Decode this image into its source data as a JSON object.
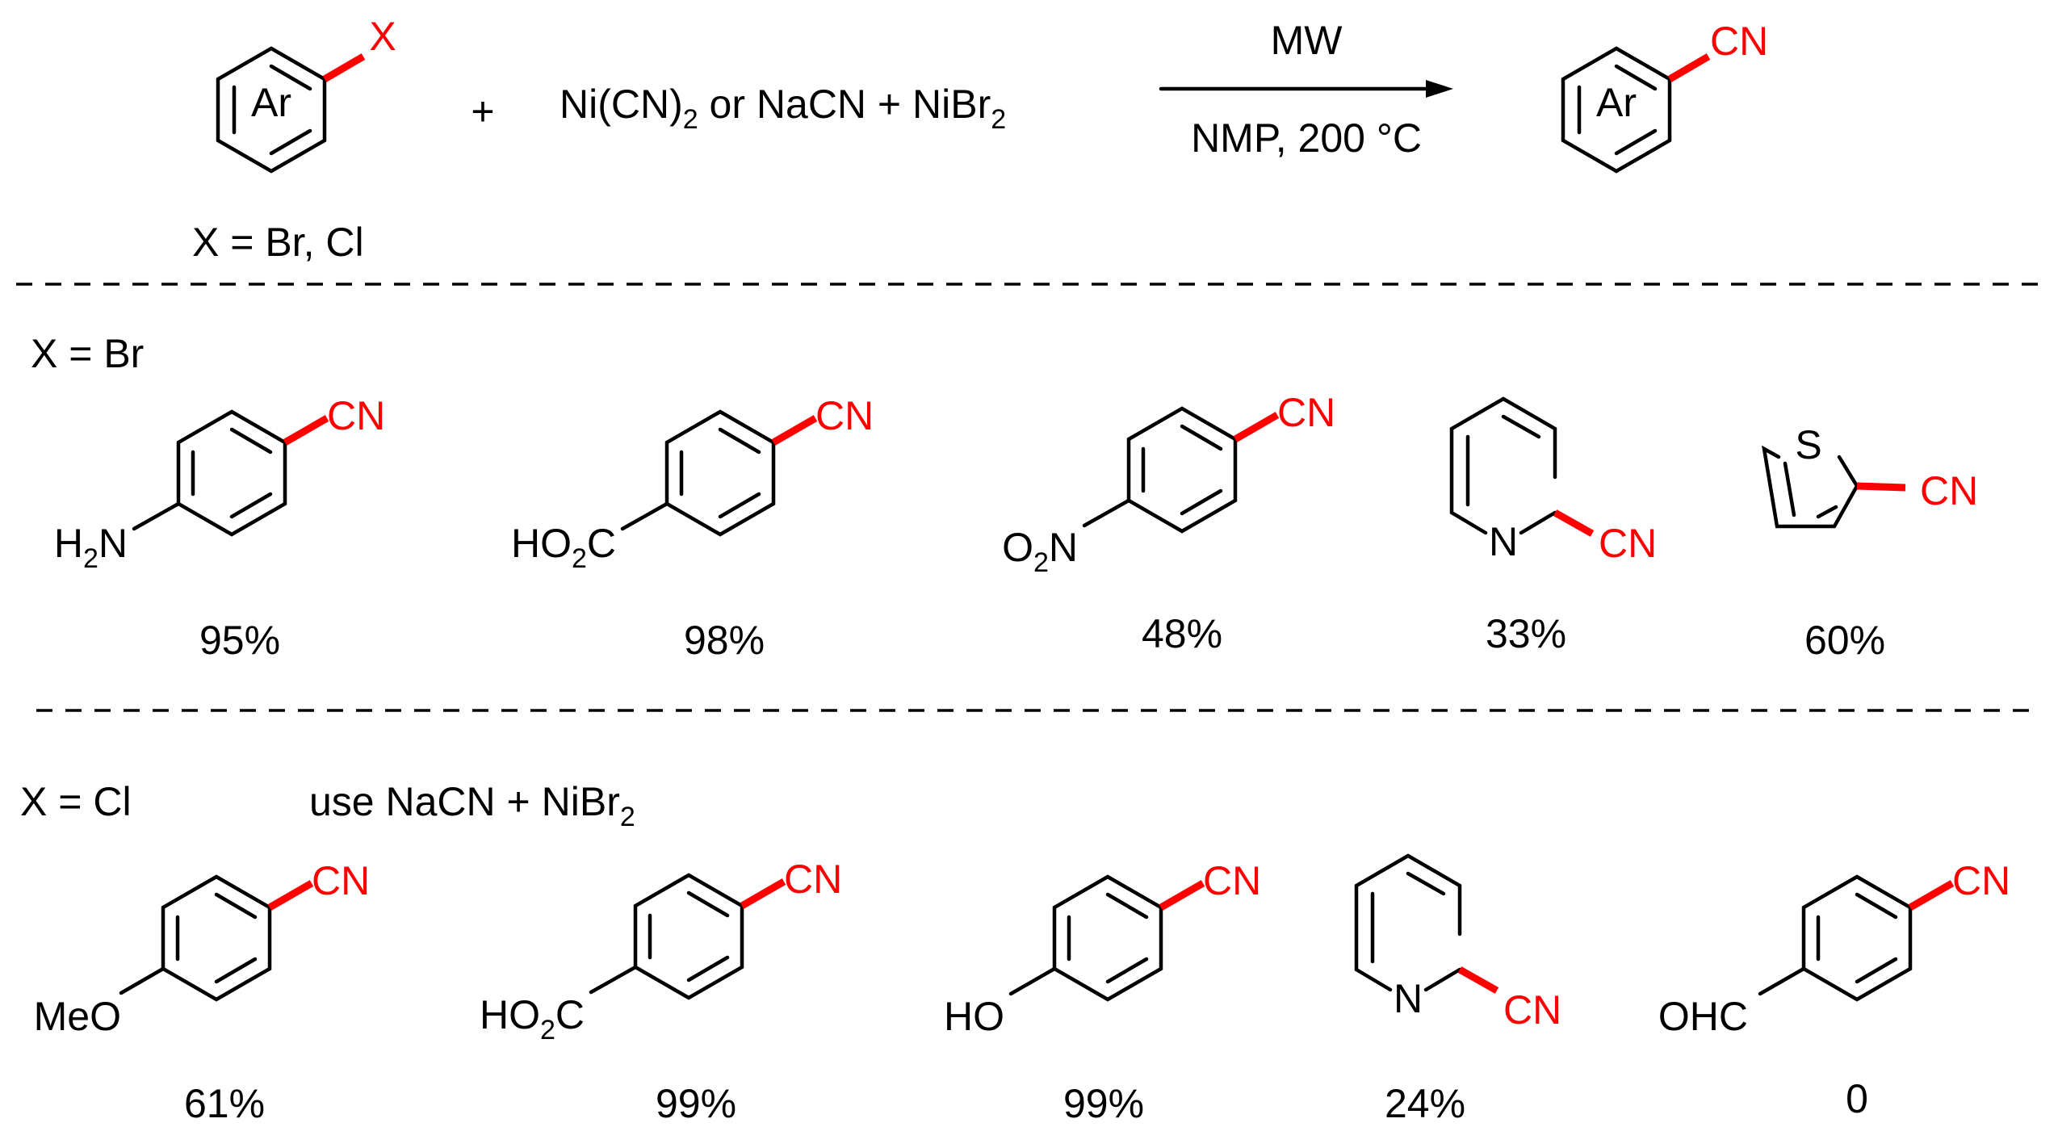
{
  "reaction": {
    "reactant_ring_label": "Ar",
    "leaving_group": "X",
    "plus": "+",
    "reagent_line": {
      "prefix": "Ni(CN)",
      "sub1": "2",
      "middle": " or NaCN + NiBr",
      "sub2": "2"
    },
    "condition_top": "MW",
    "condition_bottom": "NMP,  200 °C",
    "product_ring_label": "Ar",
    "product_group": "CN",
    "x_definition": "X = Br,  Cl"
  },
  "bromide_section": {
    "label": "X = Br",
    "products": [
      {
        "substituent": {
          "main": "H",
          "sub": "2",
          "tail": "N"
        },
        "cn": "CN",
        "yield": "95%"
      },
      {
        "substituent": {
          "main": "HO",
          "sub": "2",
          "tail": "C"
        },
        "cn": "CN",
        "yield": "98%"
      },
      {
        "substituent": {
          "main": "O",
          "sub": "2",
          "tail": "N"
        },
        "cn": "CN",
        "yield": "48%"
      },
      {
        "heteroatom": "N",
        "cn": "CN",
        "yield": "33%"
      },
      {
        "heteroatom": "S",
        "cn": "CN",
        "yield": "60%"
      }
    ]
  },
  "chloride_section": {
    "label": "X = Cl",
    "note": {
      "main": "use NaCN + NiBr",
      "sub": "2"
    },
    "products": [
      {
        "substituent": {
          "main": "MeO",
          "sub": "",
          "tail": ""
        },
        "cn": "CN",
        "yield": "61%"
      },
      {
        "substituent": {
          "main": "HO",
          "sub": "2",
          "tail": "C"
        },
        "cn": "CN",
        "yield": "99%"
      },
      {
        "substituent": {
          "main": "HO",
          "sub": "",
          "tail": ""
        },
        "cn": "CN",
        "yield": "99%"
      },
      {
        "heteroatom": "N",
        "cn": "CN",
        "yield": "24%"
      },
      {
        "substituent": {
          "main": "OHC",
          "sub": "",
          "tail": ""
        },
        "cn": "CN",
        "yield": "0"
      }
    ]
  }
}
